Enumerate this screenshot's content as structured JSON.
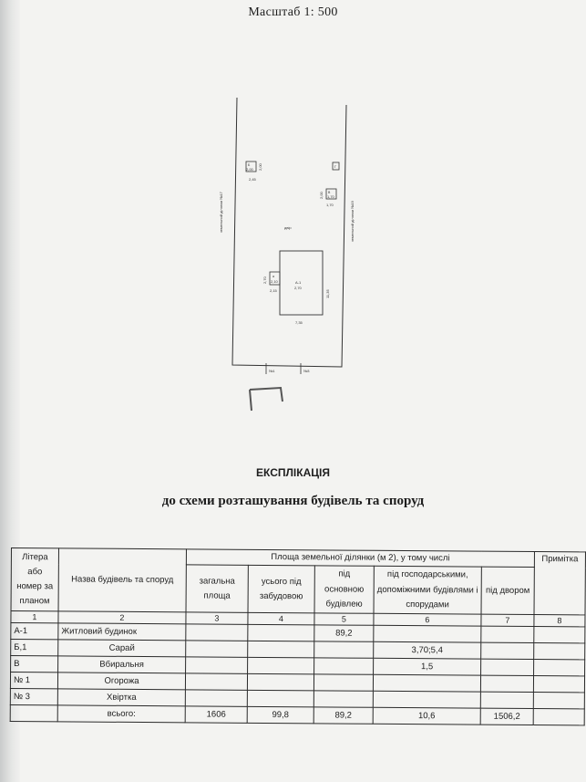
{
  "header": {
    "scale_label": "Масштаб 1: 500"
  },
  "plan": {
    "street_left": "земельний ділянки №17",
    "street_right": "земельний ділянки №19",
    "yard_label": "двір",
    "bldg_a1": {
      "letter": "А-1",
      "area": "2,70"
    },
    "small_left": {
      "letter": "а",
      "area": "2,10",
      "side": "2,70",
      "bottom": "2,15"
    },
    "shed_b": {
      "letter": "Б",
      "area": "2,00",
      "side": "2,00",
      "bottom": "2,45"
    },
    "v_box": {
      "letter": "В",
      "area": "1,70",
      "side": "2,00",
      "bottom": "1,70"
    },
    "g_box": {
      "letter": "Г"
    },
    "a1_side": "11,35",
    "a1_bottom": "7,35",
    "gate_1": "№1",
    "gate_3": "№3"
  },
  "explication": {
    "title": "ЕКСПЛІКАЦІЯ",
    "subtitle": "до схеми розташування будівель та споруд",
    "columns": {
      "liter": "Літера або номер за планом",
      "name": "Назва будівель та споруд",
      "group": "Площа земельної ділянки (м 2), у тому числі",
      "total": "загальна площа",
      "built": "усього під забудовою",
      "main": "під основною будівлею",
      "aux": "під господарськими, допоміжними будівлями і спорудами",
      "yard": "під двором",
      "note": "Примітка"
    },
    "col_numbers": [
      "1",
      "2",
      "3",
      "4",
      "5",
      "6",
      "7",
      "8"
    ],
    "rows": [
      {
        "liter": "А-1",
        "name": "Житловий будинок",
        "total": "",
        "built": "",
        "main": "89,2",
        "aux": "",
        "yard": "",
        "note": ""
      },
      {
        "liter": "Б,1",
        "name": "Сарай",
        "total": "",
        "built": "",
        "main": "",
        "aux": "3,70;5,4",
        "yard": "",
        "note": ""
      },
      {
        "liter": "В",
        "name": "Вбиральня",
        "total": "",
        "built": "",
        "main": "",
        "aux": "1,5",
        "yard": "",
        "note": ""
      },
      {
        "liter": "№ 1",
        "name": "Огорожа",
        "total": "",
        "built": "",
        "main": "",
        "aux": "",
        "yard": "",
        "note": ""
      },
      {
        "liter": "№ 3",
        "name": "Хвіртка",
        "total": "",
        "built": "",
        "main": "",
        "aux": "",
        "yard": "",
        "note": ""
      }
    ],
    "totals": {
      "label": "всього:",
      "total": "1606",
      "built": "99,8",
      "main": "89,2",
      "aux": "10,6",
      "yard": "1506,2",
      "note": ""
    }
  }
}
